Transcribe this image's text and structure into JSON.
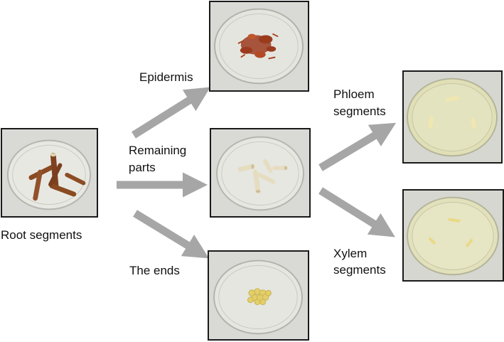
{
  "labels": {
    "root_segments": "Root segments",
    "epidermis": "Epidermis",
    "remaining_parts_line1": "Remaining",
    "remaining_parts_line2": "parts",
    "the_ends": "The ends",
    "phloem_line1": "Phloem",
    "phloem_line2": "segments",
    "xylem_line1": "Xylem",
    "xylem_line2": "segments"
  },
  "colors": {
    "arrow": "#a6a6a6",
    "dish_background": "#d9d9d5",
    "root_brown": "#8a4a22",
    "epidermis_red": "#9b3b1e",
    "inner_tissue": "#e6dcc0",
    "ends_yellow": "#e3cf6a"
  },
  "icons": [
    "petri-dish-root-segments",
    "petri-dish-epidermis",
    "petri-dish-remaining-parts",
    "petri-dish-the-ends",
    "petri-dish-phloem",
    "petri-dish-xylem",
    "arrow-icon"
  ]
}
